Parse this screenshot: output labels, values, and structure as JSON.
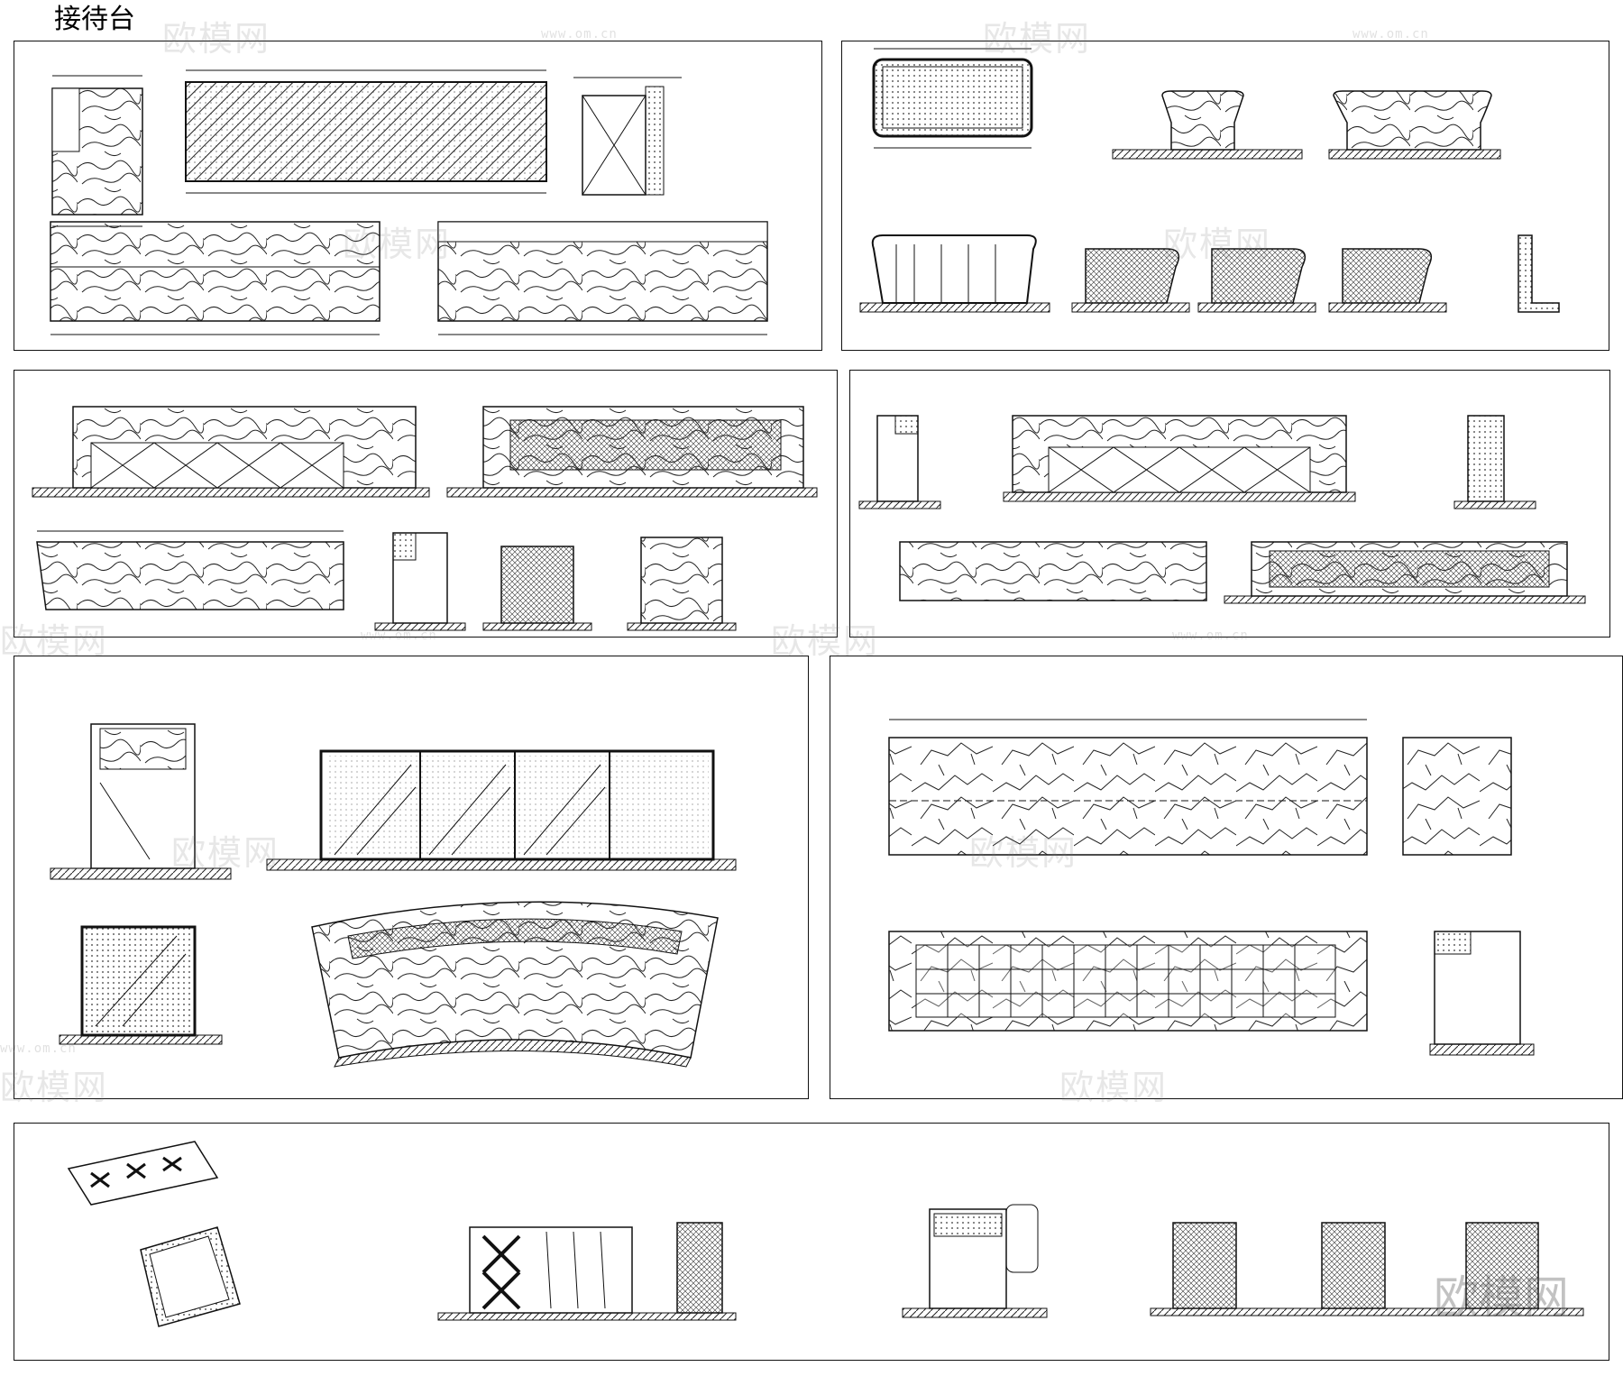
{
  "page": {
    "title": "接待台"
  },
  "watermark": {
    "brand": "欧模网",
    "url": "www.om.cn"
  },
  "panels": [
    {
      "id": "panel-1",
      "drawings": [
        "plan-small",
        "plan-top-hatched",
        "section-box",
        "elevation-front-stone",
        "elevation-back-stone"
      ]
    },
    {
      "id": "panel-2",
      "drawings": [
        "plan-counter",
        "elevation-curved-a",
        "elevation-curved-b",
        "section-1",
        "section-2",
        "section-3",
        "section-4",
        "detail"
      ]
    },
    {
      "id": "panel-3",
      "drawings": [
        "elevation-front",
        "elevation-back-mesh",
        "plan-stone",
        "section",
        "side-a",
        "side-b"
      ]
    },
    {
      "id": "panel-4",
      "drawings": [
        "section-left",
        "elevation-front",
        "section-right",
        "plan-stone",
        "plan-mesh"
      ]
    },
    {
      "id": "panel-5",
      "drawings": [
        "section-side",
        "elevation-glass",
        "section-box",
        "plan-curved"
      ]
    },
    {
      "id": "panel-6",
      "drawings": [
        "elevation-stone-top",
        "side-stone",
        "elevation-grid",
        "section-right"
      ]
    },
    {
      "id": "panel-7",
      "drawings": [
        "axonometric-plan",
        "elevation-bell-counter",
        "section-bell-counter",
        "sections-right"
      ]
    }
  ],
  "colors": {
    "line": "#111111",
    "hatch": "#333333",
    "watermark": "#9a9a9a"
  }
}
